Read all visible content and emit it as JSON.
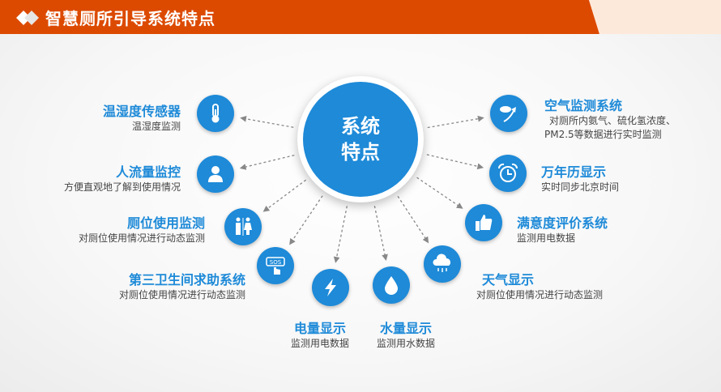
{
  "header": {
    "title": "智慧厕所引导系统特点"
  },
  "center": {
    "line1": "系统",
    "line2": "特点"
  },
  "features": [
    {
      "title": "温湿度传感器",
      "desc": [
        "温湿度监测"
      ],
      "icon": "thermometer-icon"
    },
    {
      "title": "人流量监控",
      "desc": [
        "方便直观地了解到使用情况"
      ],
      "icon": "person-icon"
    },
    {
      "title": "厕位使用监测",
      "desc": [
        "对厕位使用情况进行动态监测"
      ],
      "icon": "restroom-icon"
    },
    {
      "title": "第三卫生间求助系统",
      "desc": [
        "对厕位使用情况进行动态监测"
      ],
      "icon": "sos-button-icon"
    },
    {
      "title": "电量显示",
      "desc": [
        "监测用电数据"
      ],
      "icon": "lightning-icon"
    },
    {
      "title": "水量显示",
      "desc": [
        "监测用水数据"
      ],
      "icon": "water-drop-icon"
    },
    {
      "title": "天气显示",
      "desc": [
        "对厕位使用情况进行动态监测"
      ],
      "icon": "rain-cloud-icon"
    },
    {
      "title": "满意度评价系统",
      "desc": [
        "监测用电数据"
      ],
      "icon": "thumbs-up-icon"
    },
    {
      "title": "万年历显示",
      "desc": [
        "实时同步北京时间"
      ],
      "icon": "alarm-clock-icon"
    },
    {
      "title": "空气监测系统",
      "desc": [
        "对厕所内氨气、硫化氢浓度、",
        "PM2.5等数据进行实时监测"
      ],
      "icon": "air-quality-icon"
    }
  ],
  "colors": {
    "accent": "#1e8ad8",
    "header": "#dc4a00"
  }
}
